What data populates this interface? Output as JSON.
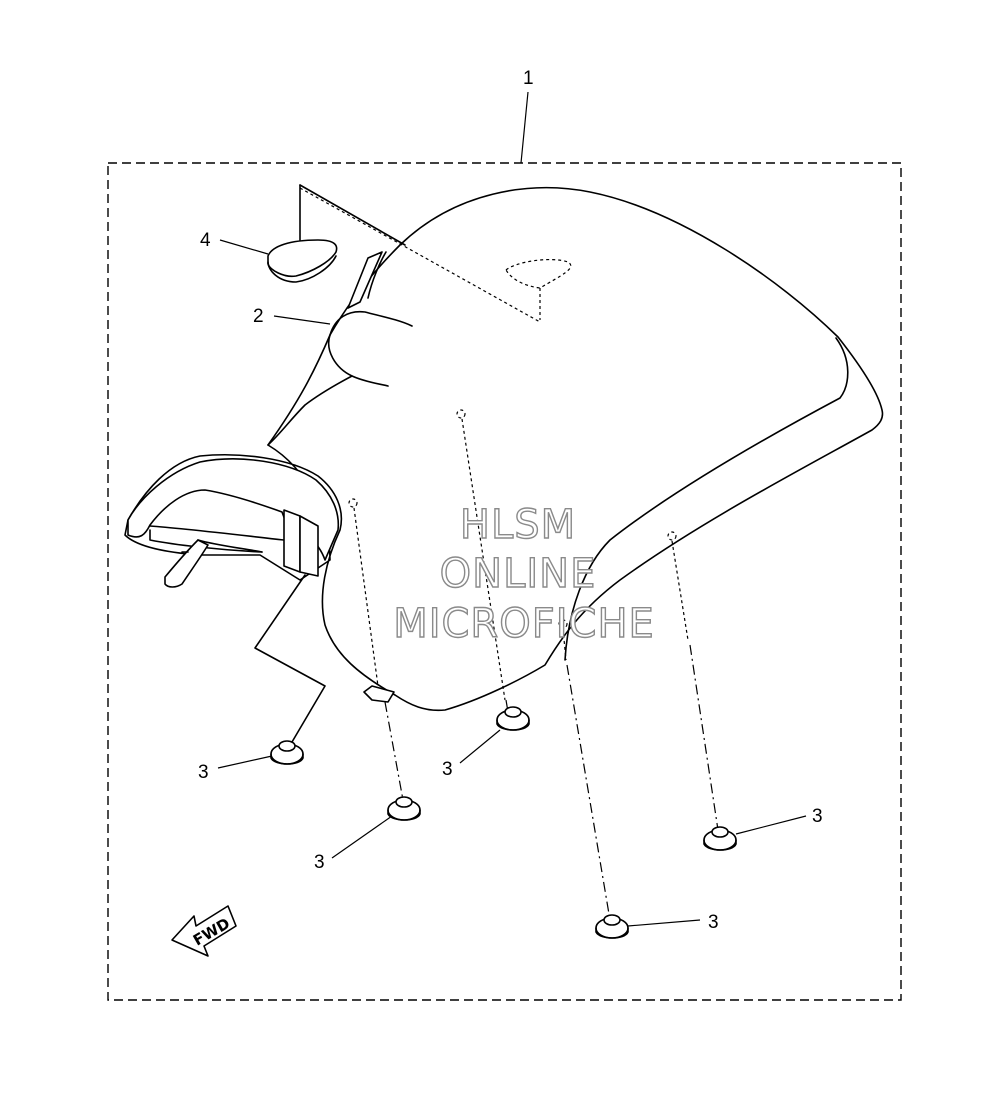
{
  "watermark": {
    "line1": "HLSM",
    "line2": "ONLINE",
    "line3": "MICROFICHE"
  },
  "direction_label": "FWD",
  "callouts": {
    "c1": "1",
    "c2": "2",
    "c3a": "3",
    "c3b": "3",
    "c3c": "3",
    "c3d": "3",
    "c3e": "3",
    "c4": "4"
  },
  "colors": {
    "line": "#000000",
    "watermark_outline": "#8a8a8a",
    "background": "#ffffff"
  }
}
